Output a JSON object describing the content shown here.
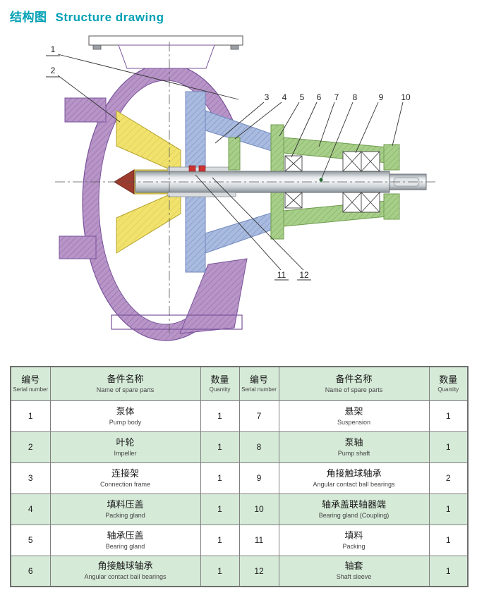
{
  "title": {
    "zh": "结构图",
    "en": "Structure drawing"
  },
  "drawing": {
    "callouts": [
      "1",
      "2",
      "3",
      "4",
      "5",
      "6",
      "7",
      "8",
      "9",
      "10",
      "11",
      "12"
    ]
  },
  "table": {
    "header": {
      "serial_zh": "编号",
      "serial_en": "Serial number",
      "name_zh": "备件名称",
      "name_en": "Name of spare parts",
      "qty_zh": "数量",
      "qty_en": "Quantity"
    },
    "rows": [
      {
        "l_no": "1",
        "l_zh": "泵体",
        "l_en": "Pump body",
        "l_qty": "1",
        "r_no": "7",
        "r_zh": "悬架",
        "r_en": "Suspension",
        "r_qty": "1"
      },
      {
        "l_no": "2",
        "l_zh": "叶轮",
        "l_en": "Impeller",
        "l_qty": "1",
        "r_no": "8",
        "r_zh": "泵轴",
        "r_en": "Pump shaft",
        "r_qty": "1"
      },
      {
        "l_no": "3",
        "l_zh": "连接架",
        "l_en": "Connection frame",
        "l_qty": "1",
        "r_no": "9",
        "r_zh": "角接触球轴承",
        "r_en": "Angular contact ball bearings",
        "r_qty": "2"
      },
      {
        "l_no": "4",
        "l_zh": "填料压盖",
        "l_en": "Packing gland",
        "l_qty": "1",
        "r_no": "10",
        "r_zh": "轴承盖联轴器端",
        "r_en": "Bearing gland (Coupling)",
        "r_qty": "1"
      },
      {
        "l_no": "5",
        "l_zh": "轴承压盖",
        "l_en": "Bearing gland",
        "l_qty": "1",
        "r_no": "11",
        "r_zh": "填料",
        "r_en": "Packing",
        "r_qty": "1"
      },
      {
        "l_no": "6",
        "l_zh": "角接触球轴承",
        "l_en": "Angular contact ball bearings",
        "l_qty": "1",
        "r_no": "12",
        "r_zh": "轴套",
        "r_en": "Shaft sleeve",
        "r_qty": "1"
      }
    ]
  },
  "colors": {
    "accent_teal": "#00a0b4",
    "table_green": "#d6ead8",
    "casing_purple": "#b795c7",
    "impeller_yellow": "#f0e26d",
    "frame_blue": "#a9bbdf",
    "suspension_green": "#a8cf8a",
    "shaft_gray": "#cfd5d9",
    "packing_red": "#cc3333"
  }
}
